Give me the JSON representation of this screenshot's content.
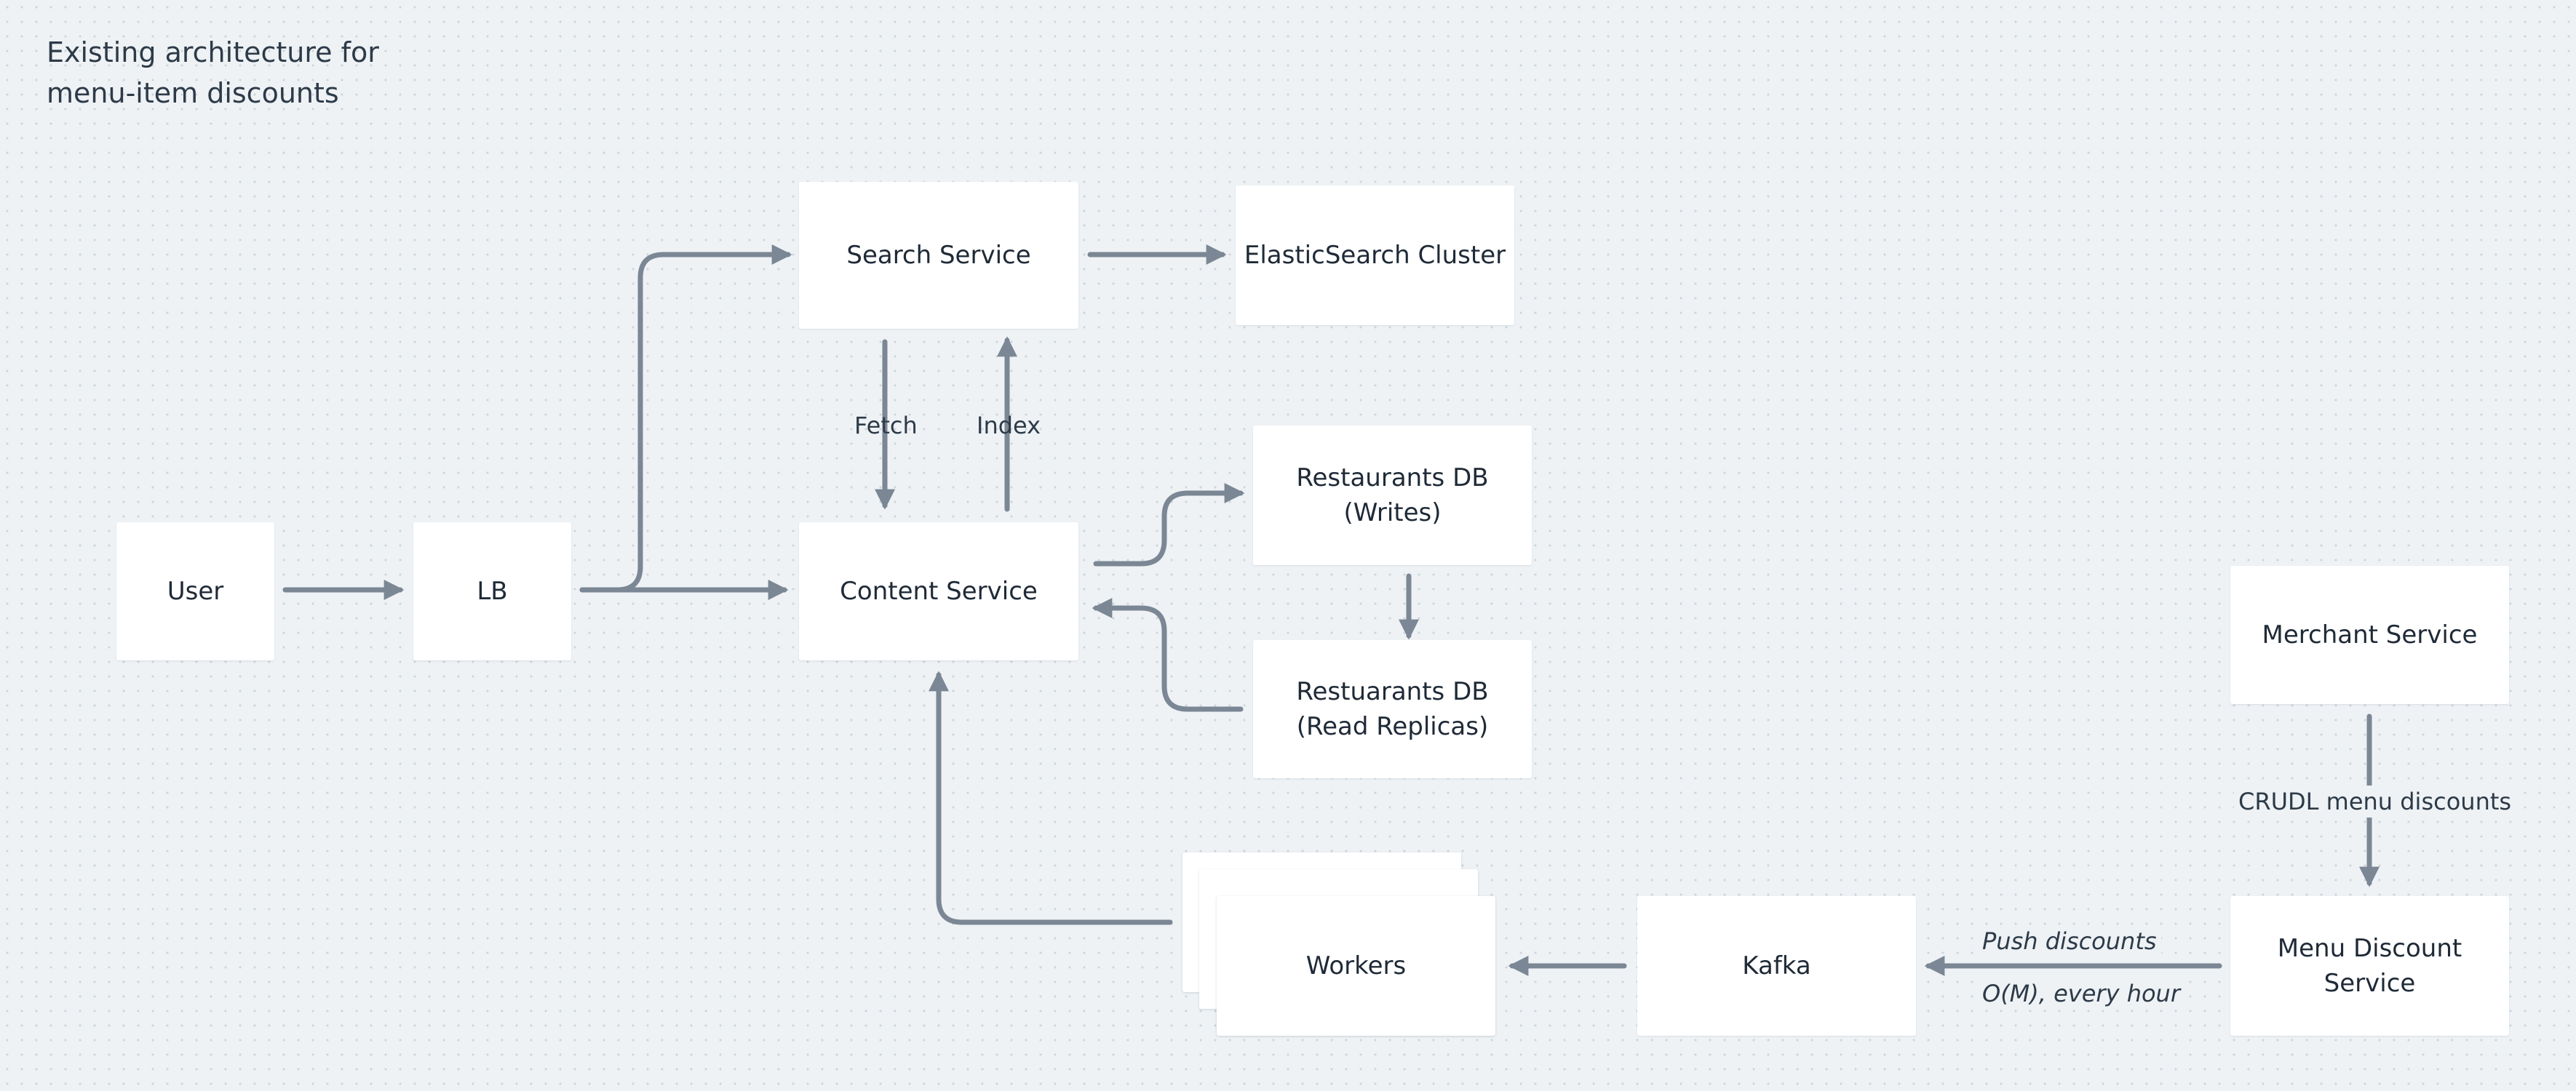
{
  "diagram": {
    "title_line1": "Existing architecture for",
    "title_line2": "menu-item discounts",
    "nodes": {
      "user": "User",
      "lb": "LB",
      "search_service": "Search Service",
      "elasticsearch_cluster": "ElasticSearch Cluster",
      "content_service": "Content Service",
      "restaurants_db_writes_line1": "Restaurants DB",
      "restaurants_db_writes_line2": "(Writes)",
      "restaurants_db_replicas_line1": "Restuarants DB",
      "restaurants_db_replicas_line2": "(Read Replicas)",
      "merchant_service": "Merchant Service",
      "menu_discount_service_line1": "Menu Discount",
      "menu_discount_service_line2": "Service",
      "kafka": "Kafka",
      "workers": "Workers"
    },
    "edge_labels": {
      "fetch": "Fetch",
      "index": "Index",
      "crudl": "CRUDL menu discounts",
      "push_discounts": "Push discounts",
      "frequency": "O(M), every hour"
    },
    "colors": {
      "background": "#eef2f5",
      "node_fill": "#ffffff",
      "edge_stroke": "#7b8794",
      "text": "#1f2a37"
    }
  }
}
